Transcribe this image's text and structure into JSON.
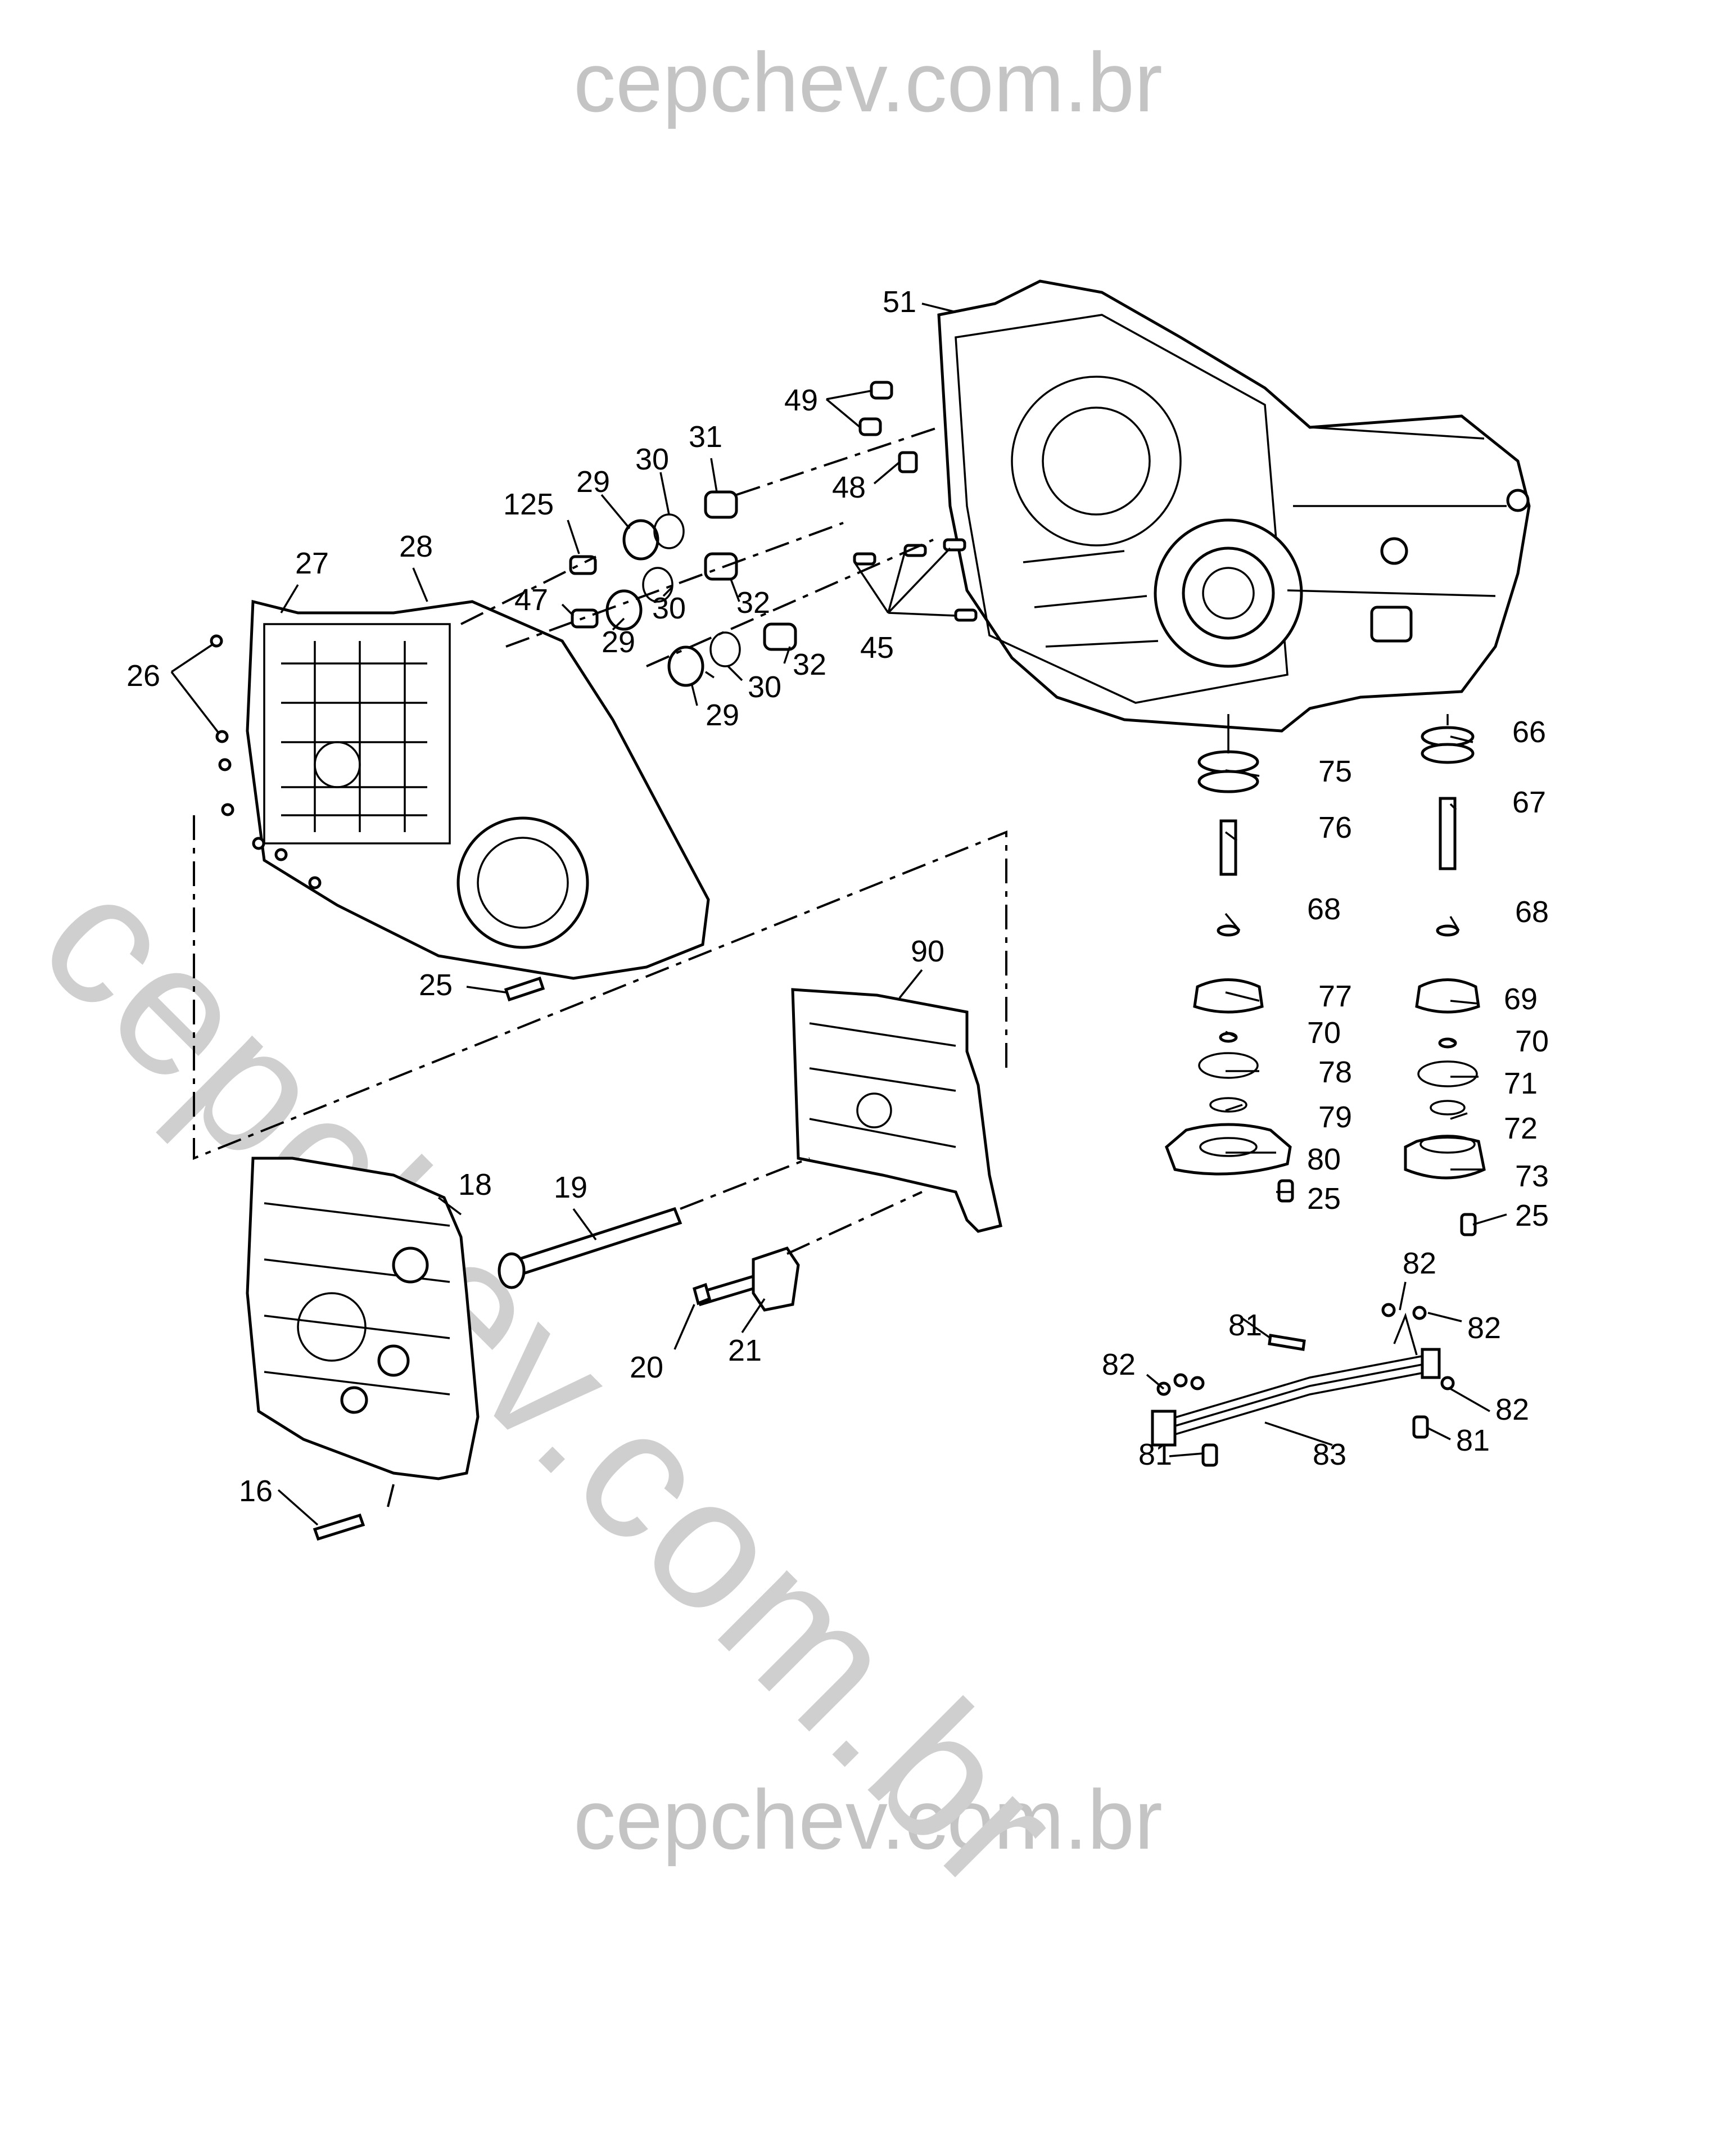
{
  "watermark": {
    "top": "cepchev.com.br",
    "bottom": "cepchev.com.br",
    "diagonal": "cepchev.com.br"
  },
  "callouts": {
    "c16": "16",
    "c18": "18",
    "c19": "19",
    "c20": "20",
    "c21": "21",
    "c25a": "25",
    "c25b": "25",
    "c25c": "25",
    "c26": "26",
    "c27": "27",
    "c28": "28",
    "c29a": "29",
    "c29b": "29",
    "c29c": "29",
    "c30a": "30",
    "c30b": "30",
    "c30c": "30",
    "c31": "31",
    "c32a": "32",
    "c32b": "32",
    "c45": "45",
    "c47": "47",
    "c48": "48",
    "c49": "49",
    "c51": "51",
    "c66": "66",
    "c67": "67",
    "c68a": "68",
    "c68b": "68",
    "c69": "69",
    "c70a": "70",
    "c70b": "70",
    "c71": "71",
    "c72": "72",
    "c73": "73",
    "c75": "75",
    "c76": "76",
    "c77": "77",
    "c78": "78",
    "c79": "79",
    "c80": "80",
    "c81a": "81",
    "c81b": "81",
    "c81c": "81",
    "c82a": "82",
    "c82b": "82",
    "c82c": "82",
    "c82d": "82",
    "c83": "83",
    "c90": "90",
    "c125": "125"
  }
}
